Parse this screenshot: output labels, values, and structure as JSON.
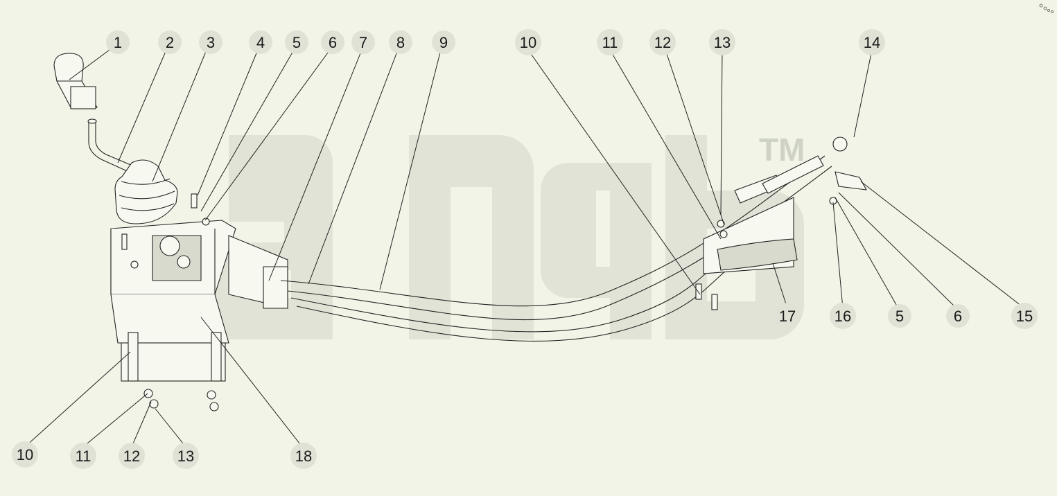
{
  "watermark": {
    "trademark": "TM"
  },
  "callouts_top": [
    {
      "id": "c1",
      "label": "1"
    },
    {
      "id": "c2",
      "label": "2"
    },
    {
      "id": "c3",
      "label": "3"
    },
    {
      "id": "c4",
      "label": "4"
    },
    {
      "id": "c5",
      "label": "5"
    },
    {
      "id": "c6",
      "label": "6"
    },
    {
      "id": "c7",
      "label": "7"
    },
    {
      "id": "c8",
      "label": "8"
    },
    {
      "id": "c9",
      "label": "9"
    },
    {
      "id": "c10",
      "label": "10"
    },
    {
      "id": "c11",
      "label": "11"
    },
    {
      "id": "c12",
      "label": "12"
    },
    {
      "id": "c13",
      "label": "13"
    },
    {
      "id": "c14",
      "label": "14"
    }
  ],
  "callouts_bottom_left": [
    {
      "id": "b10",
      "label": "10"
    },
    {
      "id": "b11",
      "label": "11"
    },
    {
      "id": "b12",
      "label": "12"
    },
    {
      "id": "b13",
      "label": "13"
    },
    {
      "id": "b18",
      "label": "18"
    }
  ],
  "callouts_bottom_right": [
    {
      "id": "r17",
      "label": "17"
    },
    {
      "id": "r16",
      "label": "16"
    },
    {
      "id": "r5",
      "label": "5"
    },
    {
      "id": "r6",
      "label": "6"
    },
    {
      "id": "r15",
      "label": "15"
    }
  ],
  "icons": {
    "corner": "corner-glyph-icon"
  },
  "colors": {
    "background": "#f1f4e7",
    "label_bg": "#dfe2d5",
    "line": "#222222"
  }
}
